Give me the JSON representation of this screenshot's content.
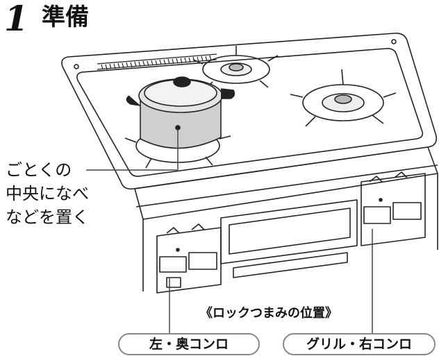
{
  "header": {
    "step_number": "1",
    "title": "準備"
  },
  "instruction": {
    "lines": [
      "ごとくの",
      "中央になべ",
      "などを置く"
    ]
  },
  "lock_caption": "《ロックつまみの位置》",
  "callouts": {
    "left": "左・奥コンロ",
    "right": "グリル・右コンロ"
  },
  "icons": [
    "pot-icon",
    "burner-icon",
    "control-knob-icon"
  ]
}
